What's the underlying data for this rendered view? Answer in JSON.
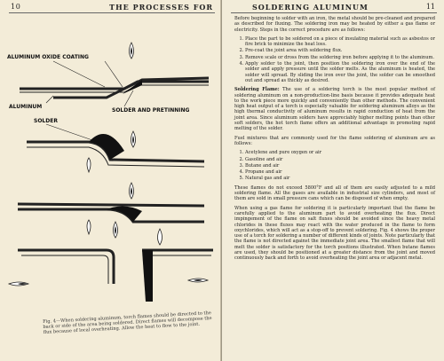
{
  "left_page": {
    "page_number": "10",
    "running_head": "THE PROCESSES FOR",
    "figure": {
      "labels": {
        "oxide": "ALUMINUM OXIDE COATING",
        "aluminum": "ALUMINUM",
        "solder_pretin": "SOLDER AND PRETINNING",
        "solder": "SOLDER"
      }
    },
    "caption": "Fig. 4—When soldering aluminum, torch flames should be directed to the back or side of the area being soldered. Direct flames will decompose the flux because of local overheating. Allow the heat to flow to the joint."
  },
  "right_page": {
    "page_number": "11",
    "running_head": "SOLDERING ALUMINUM",
    "intro": "Before beginning to solder with an iron, the metal should be pre-cleaned and prepared as described for fluxing. The soldering iron may be heated by either a gas flame or electricity. Steps in the correct procedure are as follows:",
    "steps": [
      "Place the part to be soldered on a piece of insulating material such as asbestos or fire brick to minimize the heat loss.",
      "Pre-coat the joint area with soldering flux.",
      "Remove scale or dross from the soldering iron before applying it to the aluminum.",
      "Apply solder to the joint, then position the soldering iron over the end of the solder and apply pressure until the solder melts. As the aluminum is heated, the solder will spread. By sliding the iron over the joint, the solder can be smoothed out and spread as thickly as desired."
    ],
    "flames_heading": "Soldering Flame:",
    "flames_text": "The use of a soldering torch is the most popular method of soldering aluminum on a non-production-line basis because it provides adequate heat to the work piece more quickly and conveniently than other methods. The convenient high heat output of a torch is especially valuable for soldering aluminum alloys as the high thermal conductivity of aluminum results in rapid conduction of heat from the joint area. Since aluminum solders have appreciably higher melting points than other soft solders, the hot torch flame offers an additional advantage in promoting rapid melting of the solder.",
    "fuel_intro": "Fuel mixtures that are commonly used for the flame soldering of aluminum are as follows:",
    "fuels": [
      "Acetylene and pure oxygen or air",
      "Gasoline and air",
      "Butane and air",
      "Propane and air",
      "Natural gas and air"
    ],
    "temp_text": "These flames do not exceed 5800°F and all of them are easily adjusted to a mild soldering flame. All the gases are available in industrial size cylinders, and most of them are sold in small pressure cans which can be disposed of when empty.",
    "gas_text": "When using a gas flame for soldering it is particularly important that the flame be carefully applied to the aluminum part to avoid overheating the flux. Direct impingement of the flame on salt fluxes should be avoided since the heavy metal chlorides in these fluxes may react with the water produced in the flame to form oxychlorides, which will act as a stop-off to prevent soldering. Fig. 4 shows the proper use of a torch for soldering a number of different kinds of joints. Note particularly that the flame is not directed against the immediate joint area. The smallest flame that will melt the solder is satisfactory for the torch positions illustrated. When butane flames are used, they should be positioned at a greater distance from the joint and moved continuously back and forth to avoid overheating the joint area or adjacent metal."
  }
}
